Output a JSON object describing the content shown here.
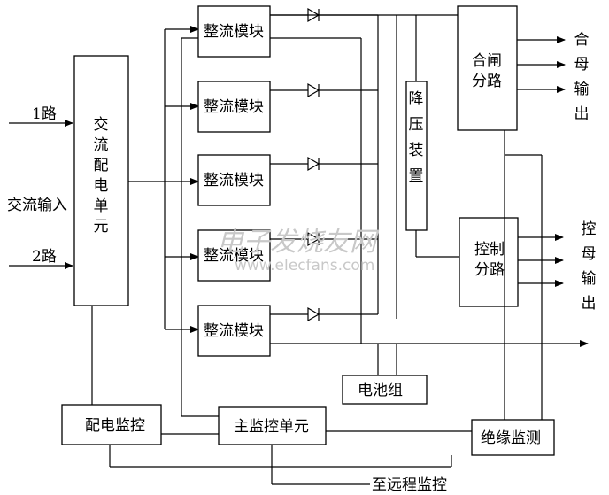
{
  "inputs": {
    "line1": "1路",
    "ac_input": "交流输入",
    "line2": "2路"
  },
  "ac_distribution_unit": "交流配电单元",
  "rectifier_module": "整流模块",
  "rectifier_count": 5,
  "step_down_device": "降压装置",
  "closing_branch": [
    "合闸",
    "分路"
  ],
  "closing_bus_output": "合母输出",
  "control_branch": [
    "控制",
    "分路"
  ],
  "control_bus_output": "控母输出",
  "battery": "电池组",
  "distribution_monitor": "配电监控",
  "main_monitor_unit": "主监控单元",
  "insulation_monitor": "绝缘监测",
  "remote_monitor": "至远程监控",
  "watermark": {
    "cn": "电子发烧友网",
    "url": "www.elecfans.com"
  }
}
